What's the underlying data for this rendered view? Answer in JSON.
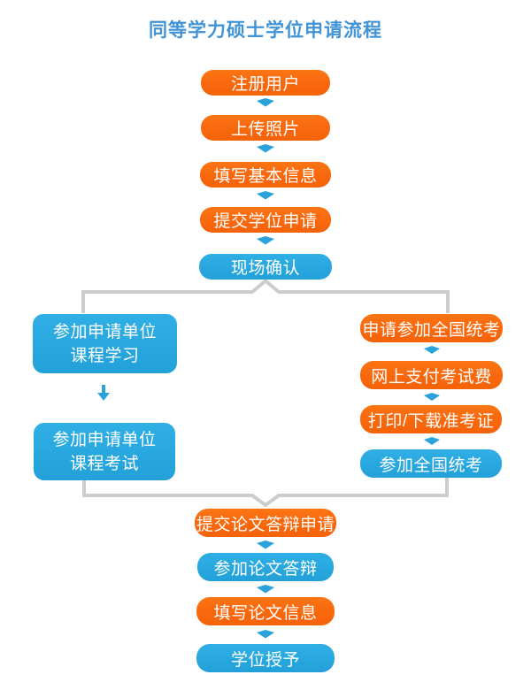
{
  "title": "同等学力硕士学位申请流程",
  "colors": {
    "orange": "#f9690e",
    "blue": "#29a9e0",
    "title_blue": "#4193d5",
    "connector_gray": "#cccccc",
    "arrow_blue": "#2ba3da",
    "text_white": "#ffffff"
  },
  "flow": {
    "main_top": [
      {
        "label": "注册用户",
        "color": "orange"
      },
      {
        "label": "上传照片",
        "color": "orange"
      },
      {
        "label": "填写基本信息",
        "color": "orange"
      },
      {
        "label": "提交学位申请",
        "color": "orange"
      },
      {
        "label": "现场确认",
        "color": "blue"
      }
    ],
    "left_branch": [
      {
        "label": "参加申请单位\n课程学习",
        "color": "blue"
      },
      {
        "label": "参加申请单位\n课程考试",
        "color": "blue"
      }
    ],
    "right_branch": [
      {
        "label": "申请参加全国统考",
        "color": "orange"
      },
      {
        "label": "网上支付考试费",
        "color": "orange"
      },
      {
        "label": "打印/下载准考证",
        "color": "orange"
      },
      {
        "label": "参加全国统考",
        "color": "blue"
      }
    ],
    "main_bottom": [
      {
        "label": "提交论文答辩申请",
        "color": "orange"
      },
      {
        "label": "参加论文答辩",
        "color": "blue"
      },
      {
        "label": "填写论文信息",
        "color": "orange"
      },
      {
        "label": "学位授予",
        "color": "blue"
      }
    ]
  }
}
